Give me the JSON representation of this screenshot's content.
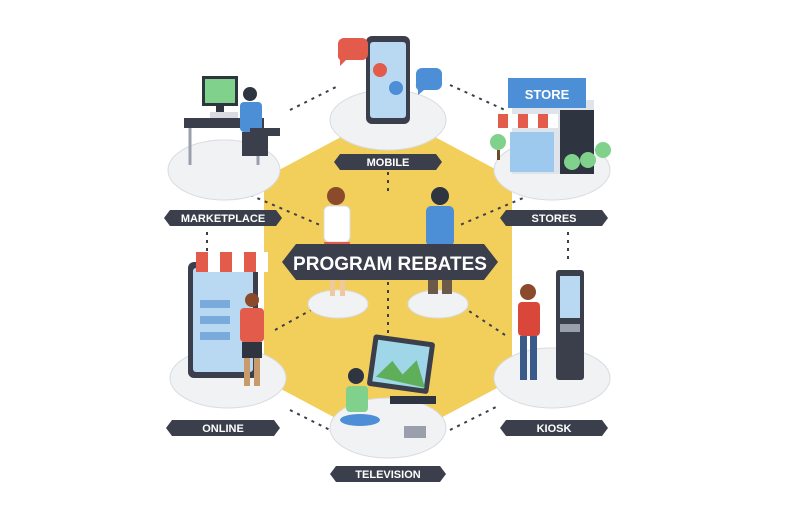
{
  "title": "PROGRAM REBATES",
  "channels": {
    "mobile": "MOBILE",
    "marketplace": "MARKETPLACE",
    "stores": "STORES",
    "online": "ONLINE",
    "kiosk": "KIOSK",
    "television": "TELEVISION"
  },
  "icons": {
    "store_sign": "STORE"
  },
  "colors": {
    "hexagon": "#f2cf5b",
    "banner": "#3a3f4b",
    "tag": "#3a3f4b",
    "platform": "#f1f2f4",
    "connector": "#3a3f4b"
  }
}
